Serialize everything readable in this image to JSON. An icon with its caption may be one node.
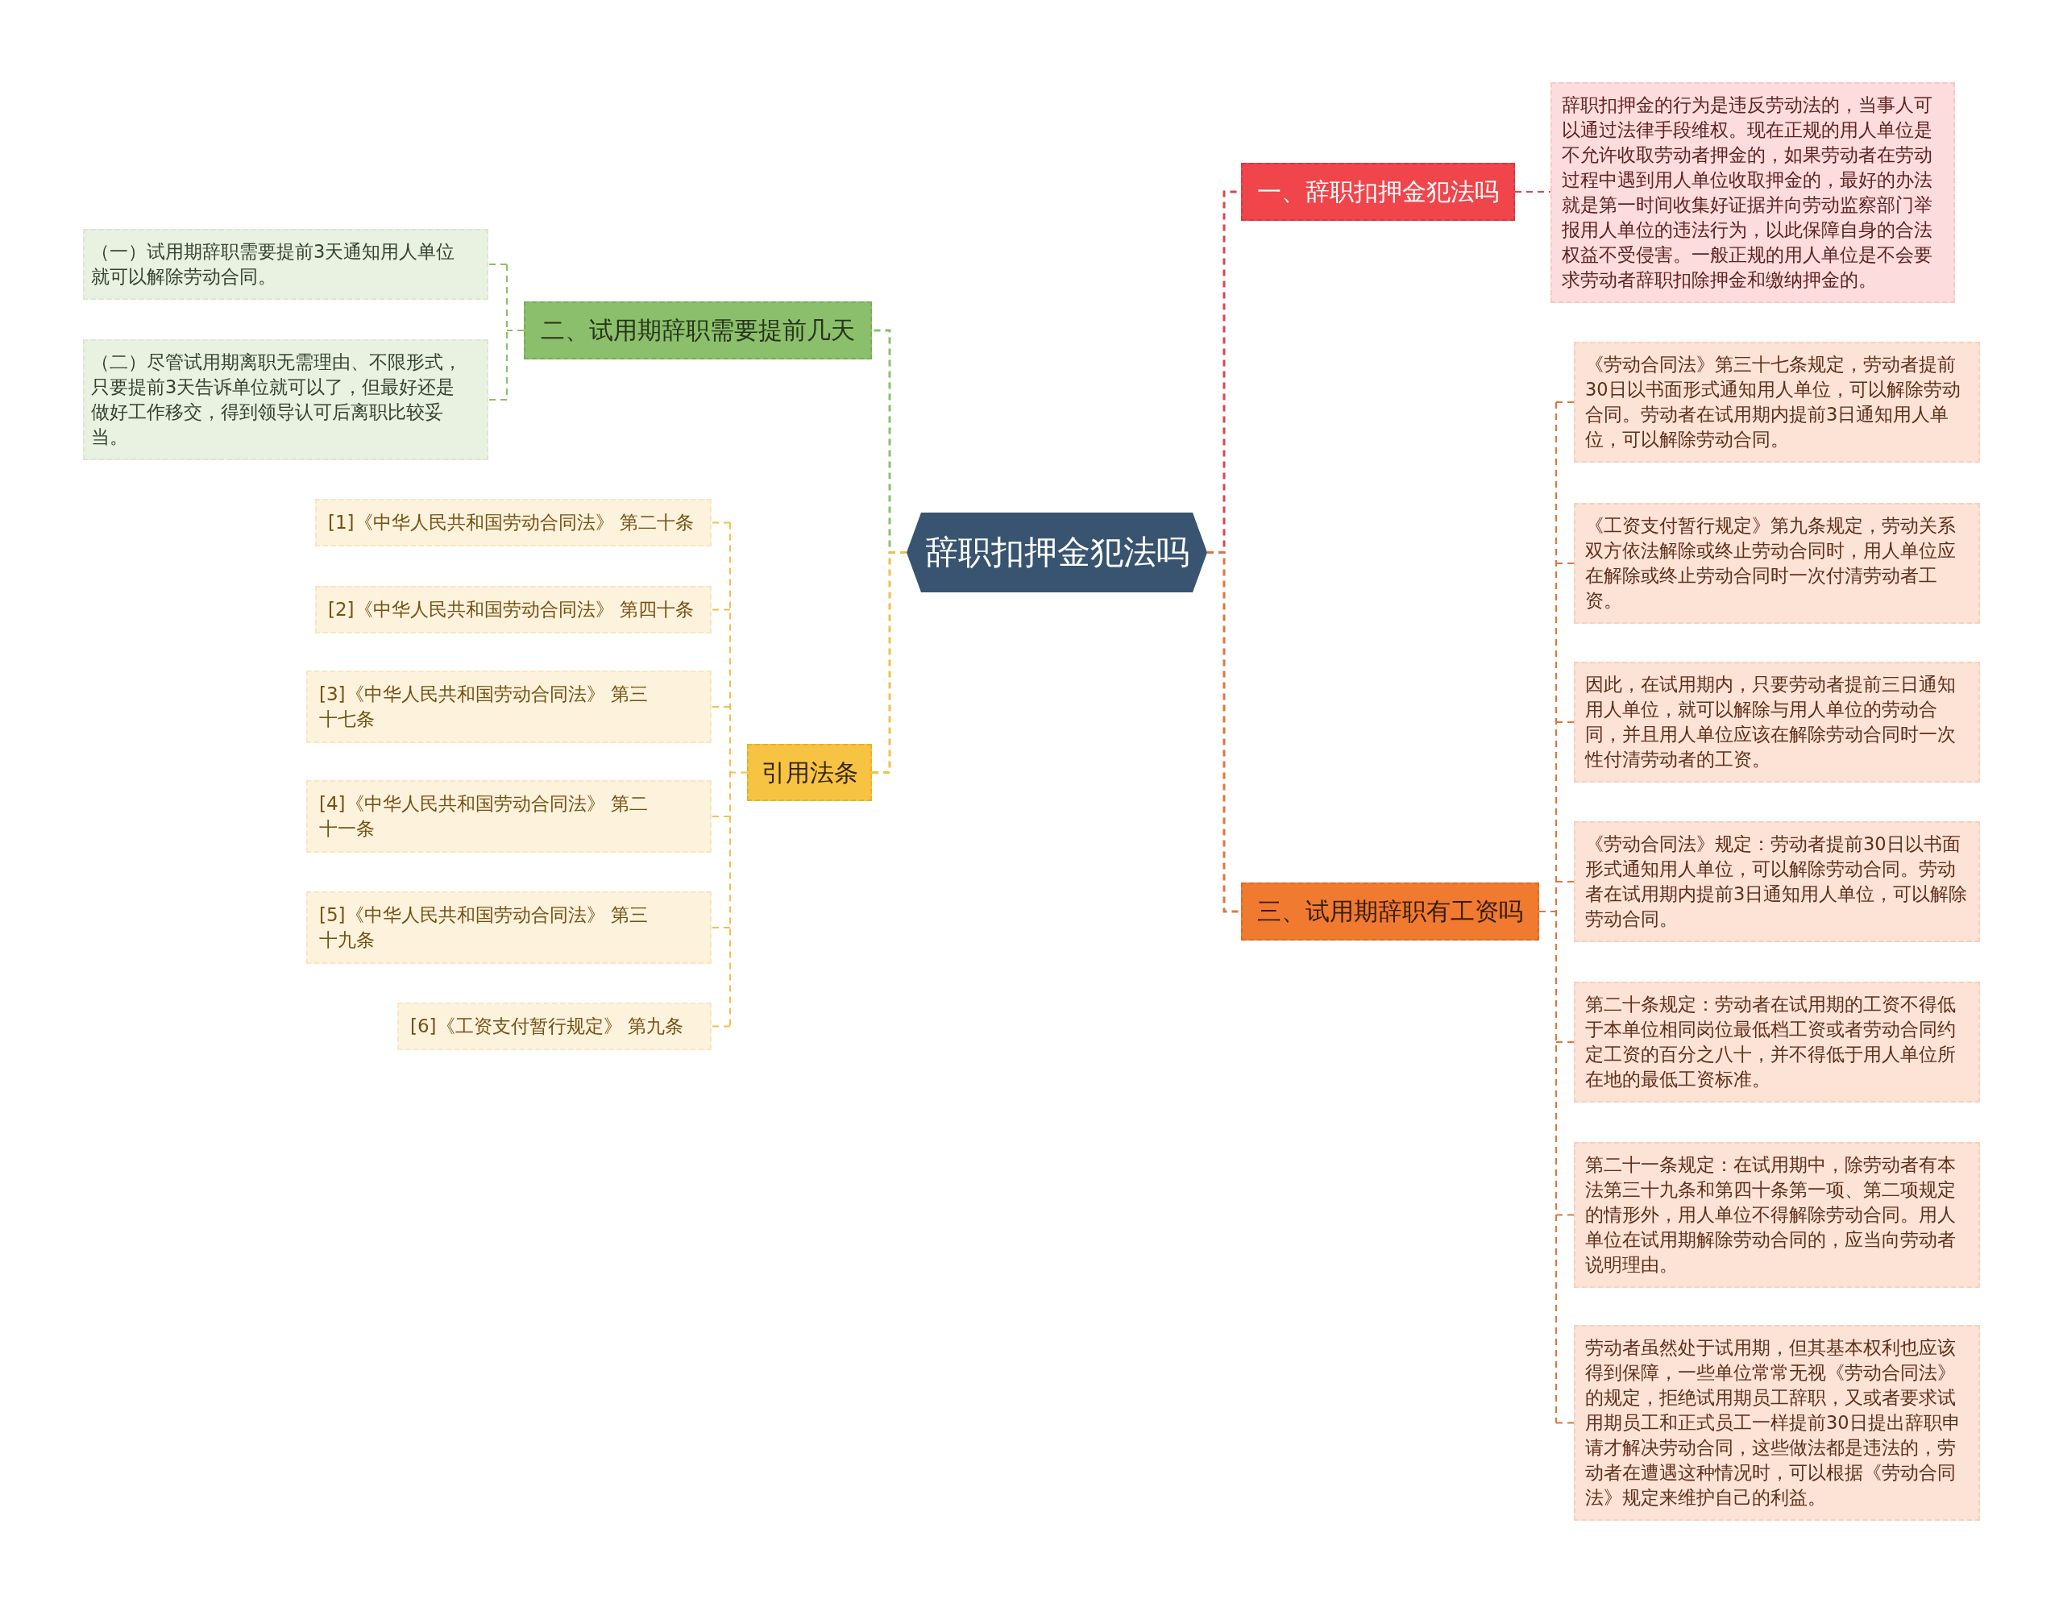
{
  "diagram": {
    "nodes": [
      {
        "text": [
          "辞职扣押金犯法吗"
        ]
      },
      {
        "text": [
          "一、辞职扣押金犯法吗"
        ]
      },
      {
        "text": [
          "辞职扣押金的行为是违反劳动法的，当事人可以通过法律手段维权。现在正规的用人单位是不允许收取劳动者押金的，如果劳动者在劳动过程中遇到用人单位收取押金的，最好的办法就是第一时间收集好证据并向劳动监察部门举报用人单位的违法行为，以此保障自身的合法权益不受侵害。一般正规的用人单位是不会要求劳动者辞职扣除押金和缴纳押金的。"
        ]
      },
      {
        "text": [
          "二、试用期辞职需要提前几天"
        ]
      },
      {
        "text": [
          "（一）试用期辞职需要提前3天通知用人单位就可以解除劳动合同。"
        ]
      },
      {
        "text": [
          "（二）尽管试用期离职无需理由、不限形式，只要提前3天告诉单位就可以了，但最好还是做好工作移交，得到领导认可后离职比较妥当。"
        ]
      },
      {
        "text": [
          "三、试用期辞职有工资吗"
        ]
      },
      {
        "text": [
          "《劳动合同法》第三十七条规定，劳动者提前30日以书面形式通知用人单位，可以解除劳动合同。劳动者在试用期内提前3日通知用人单位，可以解除劳动合同。"
        ]
      },
      {
        "text": [
          "《工资支付暂行规定》第九条规定，劳动关系双方依法解除或终止劳动合同时，用人单位应在解除或终止劳动合同时一次付清劳动者工资。"
        ]
      },
      {
        "text": [
          "因此，在试用期内，只要劳动者提前三日通知用人单位，就可以解除与用人单位的劳动合同，并且用人单位应该在解除劳动合同时一次性付清劳动者的工资。"
        ]
      },
      {
        "text": [
          "《劳动合同法》规定：劳动者提前30日以书面形式通知用人单位，可以解除劳动合同。劳动者在试用期内提前3日通知用人单位，可以解除劳动合同。"
        ]
      },
      {
        "text": [
          "第二十条规定：劳动者在试用期的工资不得低于本单位相同岗位最低档工资或者劳动合同约定工资的百分之八十，并不得低于用人单位所在地的最低工资标准。"
        ]
      },
      {
        "text": [
          "第二十一条规定：在试用期中，除劳动者有本法第三十九条和第四十条第一项、第二项规定的情形外，用人单位不得解除劳动合同。用人单位在试用期解除劳动合同的，应当向劳动者说明理由。"
        ]
      },
      {
        "text": [
          "劳动者虽然处于试用期，但其基本权利也应该得到保障，一些单位常常无视《劳动合同法》的规定，拒绝试用期员工辞职，又或者要求试用期员工和正式员工一样提前30日提出辞职申请才解决劳动合同，这些做法都是违法的，劳动者在遭遇这种情况时，可以根据《劳动合同法》规定来维护自己的利益。"
        ]
      },
      {
        "text": [
          "引用法条"
        ]
      },
      {
        "text": [
          "[1]《中华人民共和国劳动合同法》 第二十条"
        ]
      },
      {
        "text": [
          "[2]《中华人民共和国劳动合同法》 第四十条"
        ]
      },
      {
        "text": [
          "[3]《中华人民共和国劳动合同法》 第三十七条"
        ]
      },
      {
        "text": [
          "[4]《中华人民共和国劳动合同法》 第二十一条"
        ]
      },
      {
        "text": [
          "[5]《中华人民共和国劳动合同法》 第三十九条"
        ]
      },
      {
        "text": [
          "[6]《工资支付暂行规定》 第九条"
        ]
      }
    ],
    "edges": [
      {
        "from": 0,
        "to": 1,
        "arrow": "none",
        "color": "#e2434a"
      },
      {
        "from": 1,
        "to": 2,
        "arrow": "none",
        "color": "#e2434a"
      },
      {
        "from": 0,
        "to": 3,
        "arrow": "none",
        "color": "#8cbf6a"
      },
      {
        "from": 3,
        "to": 4,
        "arrow": "none",
        "color": "#8cbf6a"
      },
      {
        "from": 3,
        "to": 5,
        "arrow": "none",
        "color": "#8cbf6a"
      },
      {
        "from": 0,
        "to": 6,
        "arrow": "none"
      },
      {
        "from": 6,
        "to": 7,
        "arrow": "none"
      },
      {
        "from": 6,
        "to": 8,
        "arrow": "none"
      },
      {
        "from": 6,
        "to": 9,
        "arrow": "none"
      },
      {
        "from": 6,
        "to": 10,
        "arrow": "none"
      },
      {
        "from": 6,
        "to": 11,
        "arrow": "none"
      },
      {
        "from": 6,
        "to": 12,
        "arrow": "none"
      },
      {
        "from": 6,
        "to": 13,
        "arrow": "none"
      },
      {
        "from": 0,
        "to": 14,
        "arrow": "none",
        "color": "#f2c04a"
      },
      {
        "from": 14,
        "to": 15,
        "arrow": "none",
        "color": "#f2c04a"
      },
      {
        "from": 14,
        "to": 16,
        "arrow": "none",
        "color": "#f2c04a"
      },
      {
        "from": 14,
        "to": 17,
        "arrow": "none",
        "color": "#f2c04a"
      },
      {
        "from": 14,
        "to": 18,
        "arrow": "none",
        "color": "#f2c04a"
      },
      {
        "from": 14,
        "to": 19,
        "arrow": "none",
        "color": "#f2c04a"
      },
      {
        "from": 14,
        "to": 20,
        "arrow": "none",
        "color": "#f2c04a"
      }
    ]
  }
}
